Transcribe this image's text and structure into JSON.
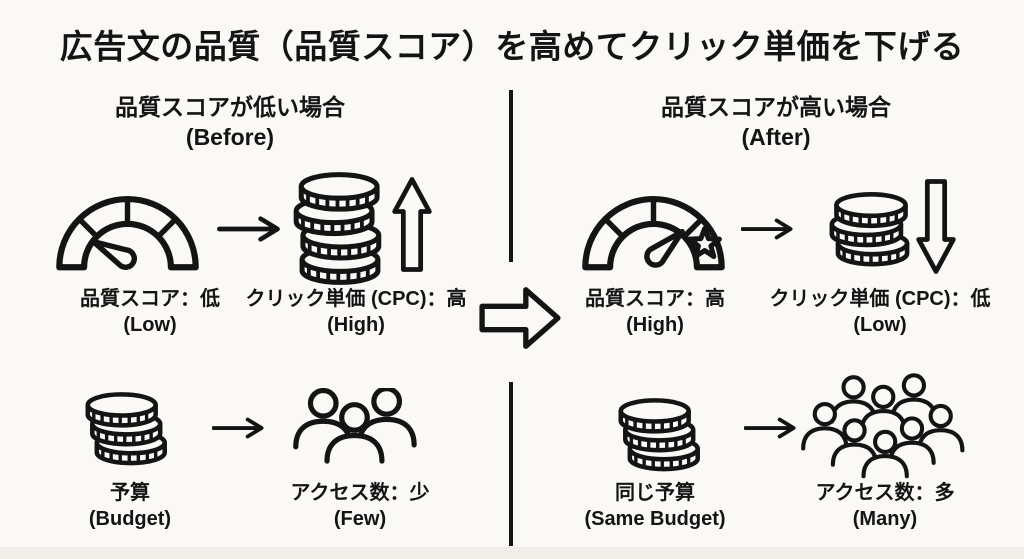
{
  "title": "広告文の品質（品質スコア）を高めてクリック単価を下げる",
  "colors": {
    "ink": "#141414",
    "background": "#FAF9F6"
  },
  "panels": {
    "before": {
      "heading": "品質スコアが低い場合",
      "heading_en": "(Before)",
      "score": {
        "label": "品質スコア：低",
        "en": "(Low)"
      },
      "cpc": {
        "label": "クリック単価 (CPC)：高",
        "en": "(High)"
      },
      "budget": {
        "label": "予算",
        "en": "(Budget)"
      },
      "access": {
        "label": "アクセス数：少",
        "en": "(Few)"
      }
    },
    "after": {
      "heading": "品質スコアが高い場合",
      "heading_en": "(After)",
      "score": {
        "label": "品質スコア：高",
        "en": "(High)"
      },
      "cpc": {
        "label": "クリック単価 (CPC)：低",
        "en": "(Low)"
      },
      "budget": {
        "label": "同じ予算",
        "en": "(Same Budget)"
      },
      "access": {
        "label": "アクセス数：多",
        "en": "(Many)"
      }
    }
  },
  "icons": {
    "gauge_low": "gauge-low-icon",
    "gauge_high": "gauge-high-star-icon",
    "star": "star-icon",
    "coin_stack_tall": "coin-stack-4-icon",
    "coin_stack_small": "coin-stack-3-icon",
    "arrow_right_small": "right-arrow-icon",
    "arrow_up_block": "up-block-arrow-icon",
    "arrow_down_block": "down-block-arrow-icon",
    "arrow_transition": "big-right-arrow-icon",
    "people_few": "people-group-3-icon",
    "people_many": "people-crowd-8-icon"
  }
}
